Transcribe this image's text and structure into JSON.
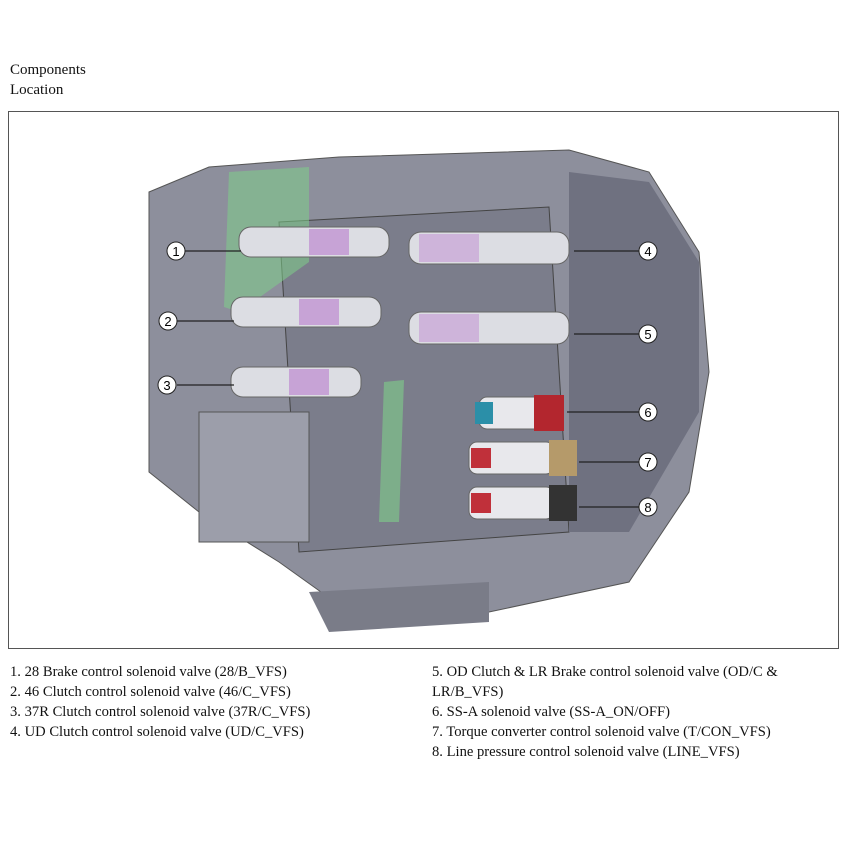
{
  "header": {
    "line1": "Components",
    "line2": "Location"
  },
  "callouts": [
    "1",
    "2",
    "3",
    "4",
    "5",
    "6",
    "7",
    "8"
  ],
  "legend_left": [
    "1. 28 Brake control solenoid valve (28/B_VFS)",
    "2. 46 Clutch control solenoid valve (46/C_VFS)",
    "3. 37R Clutch control solenoid valve (37R/C_VFS)",
    "4. UD Clutch control solenoid valve (UD/C_VFS)"
  ],
  "legend_right": [
    "5. OD Clutch & LR Brake control solenoid valve (OD/C &",
    "LR/B_VFS)",
    "6. SS-A solenoid valve (SS-A_ON/OFF)",
    "7. Torque converter control solenoid valve (T/CON_VFS)",
    "8. Line pressure control solenoid valve (LINE_VFS)"
  ]
}
